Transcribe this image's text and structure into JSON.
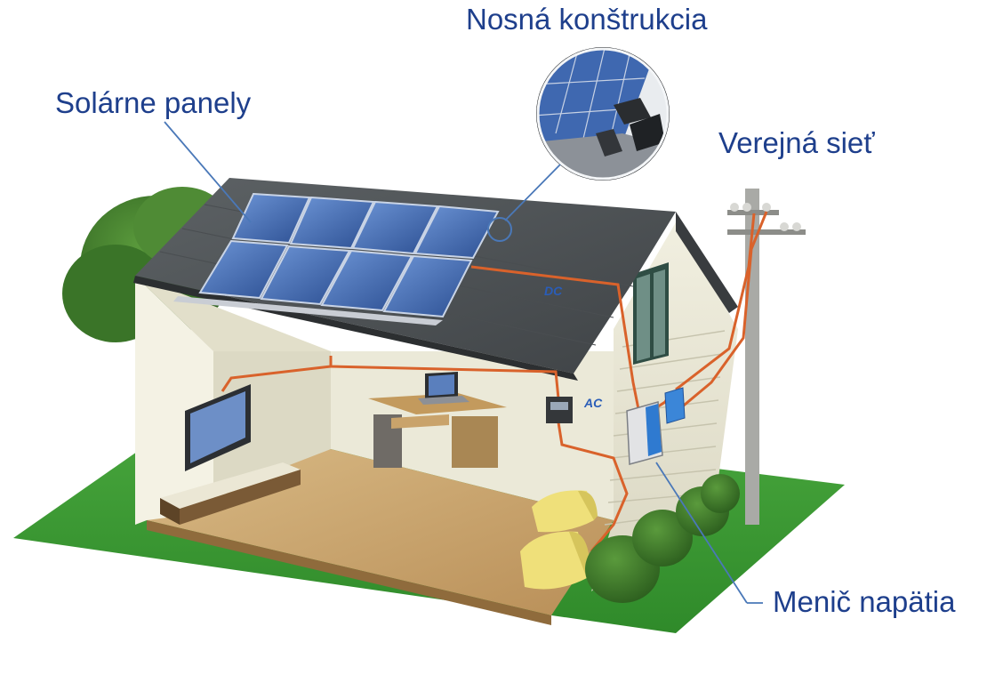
{
  "labels": {
    "panels": "Solárne panely",
    "mount": "Nosná konštrukcia",
    "grid": "Verejná sieť",
    "inverter": "Menič napätia"
  },
  "wire_tags": {
    "dc": "DC",
    "ac": "AC"
  },
  "colors": {
    "label_text": "#1e3f8c",
    "leader_line": "#4a78b8",
    "wire": "#d9622b",
    "lawn": "#3d9a35",
    "roof": "#4f5356",
    "walls": "#e8e6d4",
    "floor": "#c9a773",
    "panel": "#3560a8"
  }
}
